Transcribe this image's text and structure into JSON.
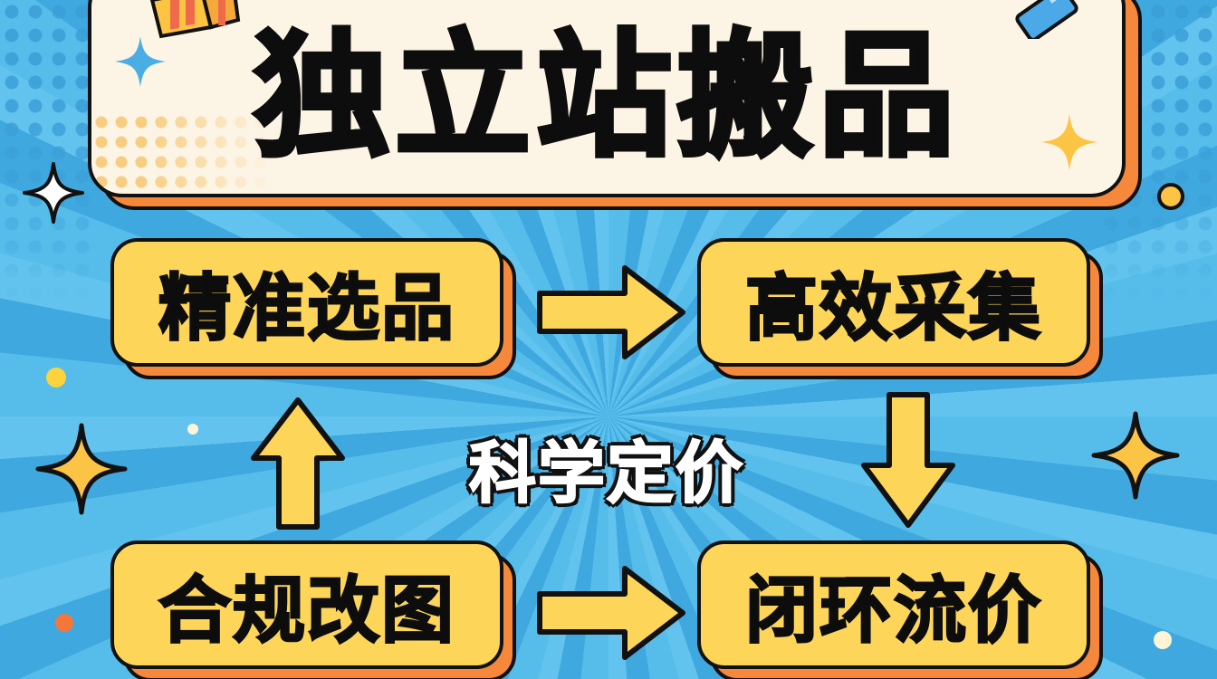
{
  "title": "独立站搬品",
  "steps": [
    {
      "label": "精准选品"
    },
    {
      "label": "高效采集"
    },
    {
      "label": "合规改图"
    },
    {
      "label": "闭环流价"
    }
  ],
  "center_label": "科学定价",
  "flow": [
    {
      "from": "精准选品",
      "to": "高效采集",
      "direction": "right"
    },
    {
      "from": "高效采集",
      "to": "闭环流价",
      "direction": "down"
    },
    {
      "from": "合规改图",
      "to": "闭环流价",
      "direction": "right"
    },
    {
      "from": "合规改图",
      "to": "精准选品",
      "direction": "up"
    }
  ],
  "colors": {
    "background_blue": "#4fb6e6",
    "title_box": "#fcf4e4",
    "step_box": "#fdd659",
    "shadow_orange": "#f5883a",
    "outline": "#111111",
    "arrow_yellow": "#fdd659",
    "sparkle_yellow": "#fcc444",
    "sparkle_blue": "#4aaee4"
  },
  "icons": [
    "gift-box-icon",
    "blue-card-icon",
    "sparkle-icon",
    "dot-icon",
    "arrow-right-icon",
    "arrow-down-icon",
    "arrow-up-icon"
  ]
}
